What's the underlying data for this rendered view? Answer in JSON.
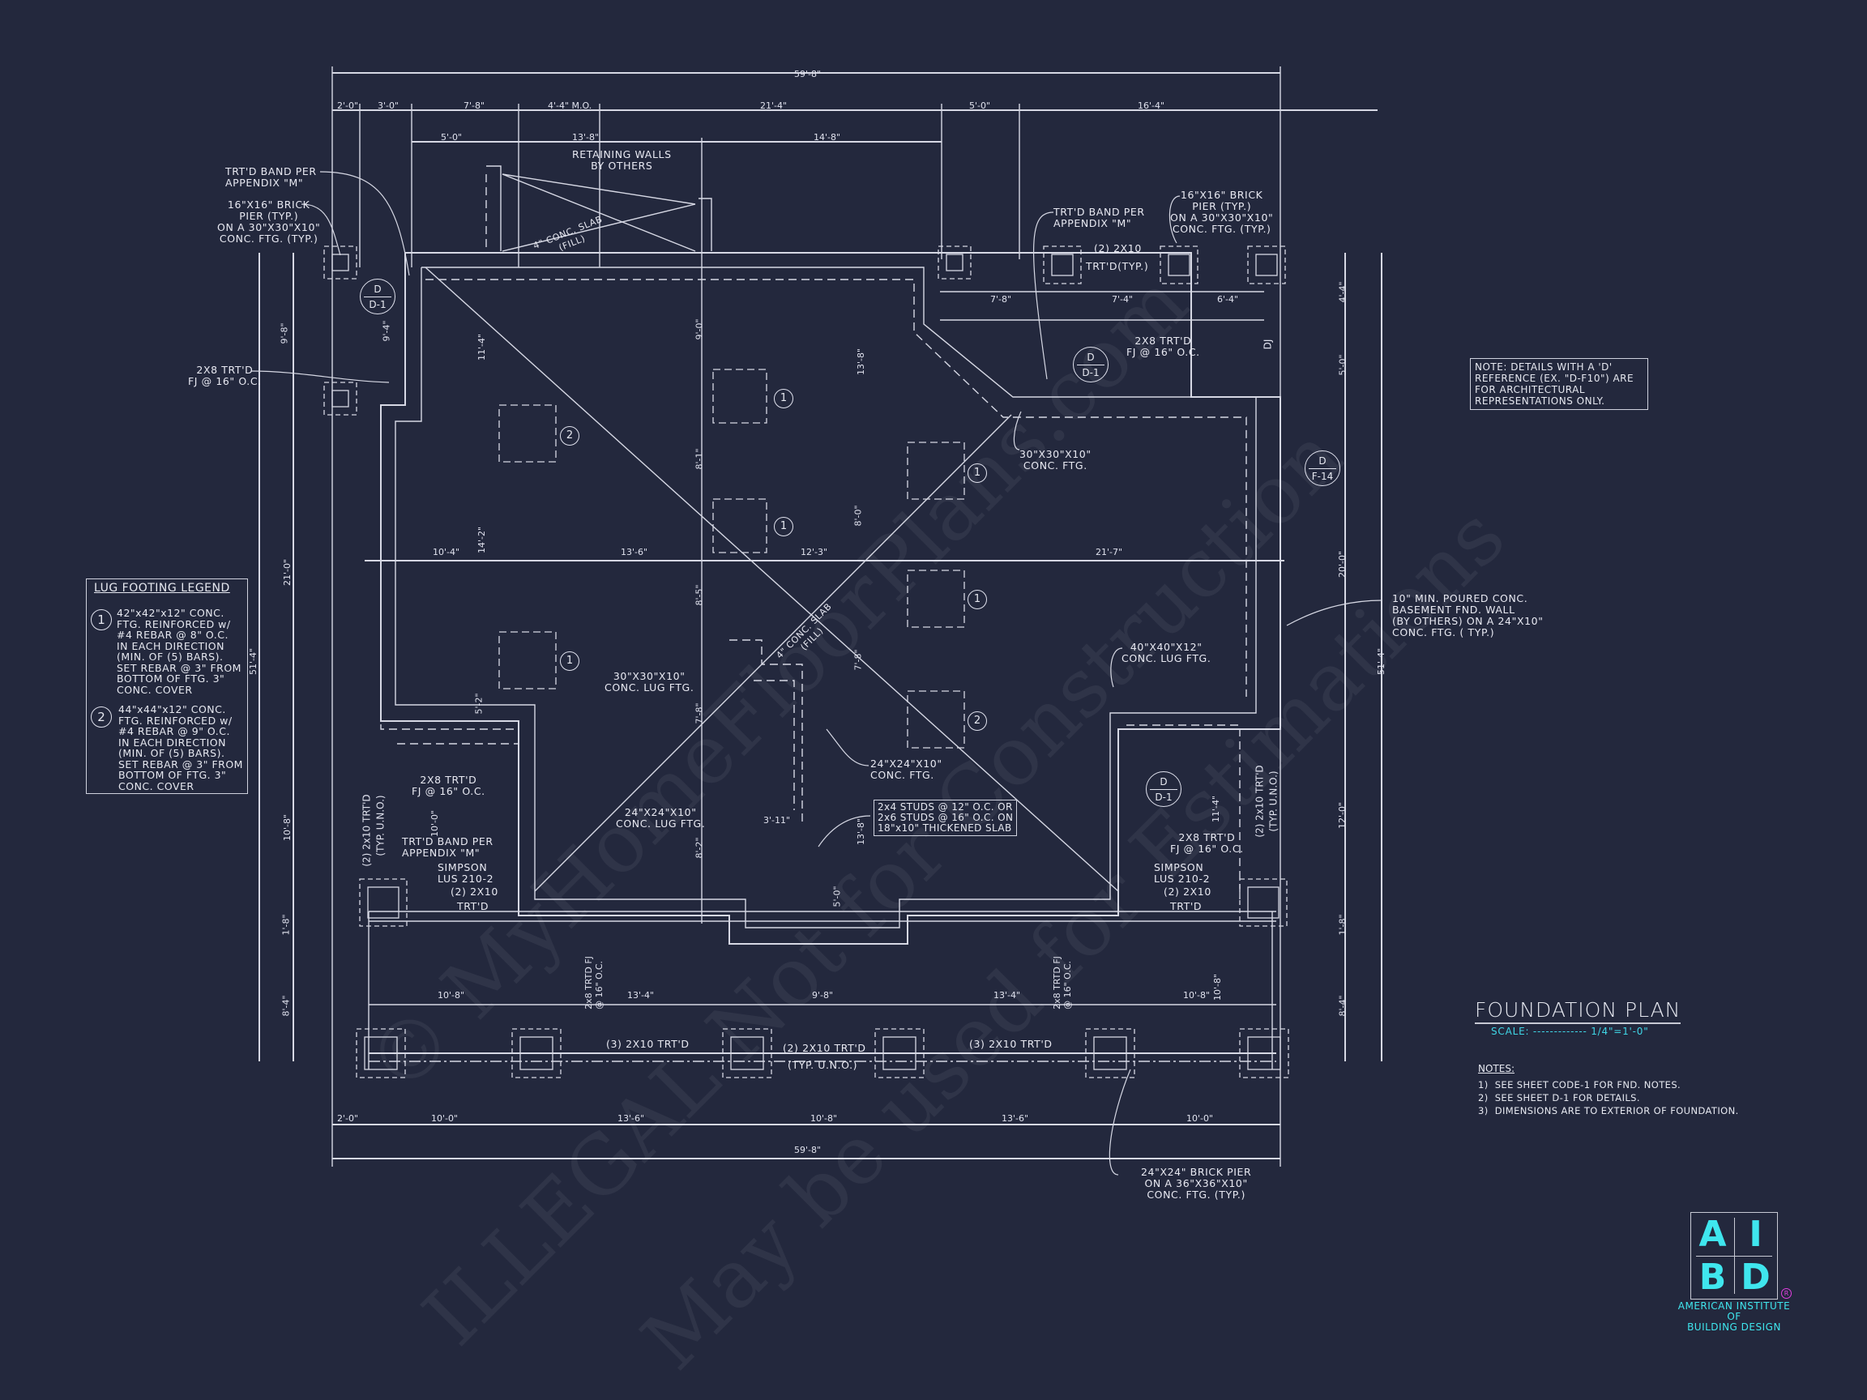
{
  "sheet": {
    "title": "FOUNDATION PLAN",
    "scale": "SCALE: ------------- 1/4\"=1'-0\""
  },
  "notes": {
    "heading": "NOTES:",
    "items": [
      "1)  SEE SHEET CODE-1 FOR FND. NOTES.",
      "2)  SEE SHEET D-1 FOR DETAILS.",
      "3)  DIMENSIONS ARE TO EXTERIOR OF FOUNDATION."
    ]
  },
  "d_reference_note": "NOTE: DETAILS WITH A 'D'\nREFERENCE (EX. \"D-F10\") ARE\nFOR ARCHITECTURAL\nREPRESENTATIONS ONLY.",
  "legend": {
    "title": "LUG FOOTING LEGEND",
    "items": [
      {
        "num": "1",
        "text": "42\"x42\"x12\" CONC.\nFTG. REINFORCED w/\n#4 REBAR @ 8\" O.C.\nIN EACH DIRECTION\n(MIN. OF (5) BARS).\nSET REBAR @ 3\" FROM\nBOTTOM OF FTG. 3\"\nCONC. COVER"
      },
      {
        "num": "2",
        "text": "44\"x44\"x12\" CONC.\nFTG. REINFORCED w/\n#4 REBAR @ 9\" O.C.\nIN EACH DIRECTION\n(MIN. OF (5) BARS).\nSET REBAR @ 3\" FROM\nBOTTOM OF FTG. 3\"\nCONC. COVER"
      }
    ]
  },
  "logo": {
    "letters": [
      "A",
      "I",
      "B",
      "D"
    ],
    "name": "AMERICAN INSTITUTE\nOF\nBUILDING DESIGN",
    "registered": "R",
    "accent_color": "#3fe6ee"
  },
  "callouts": {
    "trtd_band_left": "TRT'D BAND PER\nAPPENDIX \"M\"",
    "brick_pier_left": "16\"x16\" BRICK\nPIER (TYP.)\nON A 30\"x30\"x10\"\nCONC. FTG. (TYP.)",
    "fj_left": "2x8 TRT'D\nFJ @ 16\" O.C.",
    "retaining_walls": "RETAINING WALLS\nBY OTHERS",
    "conc_slab_top": "4\" CONC. SLAB\n(FILL)",
    "trtd_band_right": "TRT'D BAND PER\nAPPENDIX \"M\"",
    "brick_pier_right": "16\"x16\" BRICK\nPIER (TYP.)\nON A 30\"x30\"x10\"\nCONC. FTG. (TYP.)",
    "beam_top_right": "(2) 2x10",
    "beam_top_right_trtd": "TRT'D(TYP.)",
    "fj_top_right": "2x8 TRT'D\nFJ @ 16\" O.C.",
    "dj": "DJ",
    "conc_ftg_30": "30\"x30\"x10\"\nCONC. FTG.",
    "basement_wall": "10\" MIN. POURED CONC.\nBASEMENT FND. WALL\n(BY OTHERS) ON A 24\"x10\"\nCONC. FTG. ( TYP.)",
    "lug_40": "40\"x40\"x12\"\nCONC. LUG FTG.",
    "lug_30": "30\"x30\"x10\"\nCONC. LUG FTG.",
    "conc_slab_center": "4\" CONC. SLAB\n(FILL)",
    "ftg_24_right": "24\"x24\"x10\"\nCONC. FTG.",
    "lug_24_left": "24\"x24\"x10\"\nCONC. LUG FTG.",
    "studs_box": "2x4 STUDS @ 12\" O.C. OR\n2x6 STUDS @ 16\" O.C. ON\n18\"x10\" THICKENED SLAB",
    "fj_lower_left": "2x8 TRT'D\nFJ @ 16\" O.C.",
    "trtd_band_lower_left": "TRT'D BAND PER\nAPPENDIX \"M\"",
    "simpson_left": "SIMPSON\nLUS 210-2",
    "beam_lower_left": "(2) 2x10",
    "trtd_lower_left": "TRT'D",
    "beam_vertical_left": "(2) 2x10 TRT'D",
    "typ_uno_left": "(TYP. U.N.O.)",
    "fj_lower_right": "2x8 TRT'D\nFJ @ 16\" O.C.",
    "simpson_right": "SIMPSON\nLUS 210-2",
    "beam_lower_right": "(2) 2x10",
    "trtd_lower_right": "TRT'D",
    "beam_vertical_right": "(2) 2x10 TRT'D",
    "typ_uno_right": "(TYP. U.N.O.)",
    "porch_beam_1": "(3) 2x10 TRT'D",
    "porch_beam_2": "(2) 2x10 TRT'D",
    "porch_beam_typ": "(TYP. U.N.O.)",
    "porch_beam_3": "(3) 2x10 TRT'D",
    "porch_fj_1": "2x8 TRTD FJ\n@ 16\" O.C.",
    "porch_fj_2": "2x8 TRTD FJ\n@ 16\" O.C.",
    "brick_pier_24": "24\"x24\" BRICK PIER\nON A 36\"x36\"x10\"\nCONC. FTG. (TYP.)"
  },
  "detail_tags": [
    {
      "top": "D",
      "bottom": "D-1"
    },
    {
      "top": "D",
      "bottom": "D-1"
    },
    {
      "top": "D",
      "bottom": "F-14"
    },
    {
      "top": "D",
      "bottom": "D-1"
    }
  ],
  "footing_markers": [
    "1",
    "2",
    "1",
    "1",
    "1",
    "1",
    "1",
    "2"
  ],
  "dimensions": {
    "overall_top": "59'-8\"",
    "overall_bottom": "59'-8\"",
    "top_row": [
      "2'-0\"",
      "3'-0\"",
      "7'-8\"",
      "4'-4\" M.O.",
      "21'-4\"",
      "5'-0\"",
      "16'-4\""
    ],
    "second_row": [
      "5'-0\"",
      "13'-8\"",
      "14'-8\""
    ],
    "middle_row": [
      "10'-4\"",
      "13'-6\"",
      "12'-3\"",
      "21'-7\""
    ],
    "porch_row": [
      "10'-8\"",
      "13'-4\"",
      "9'-8\"",
      "13'-4\"",
      "10'-8\""
    ],
    "bottom_row": [
      "2'-0\"",
      "10'-0\"",
      "13'-6\"",
      "10'-8\"",
      "13'-6\"",
      "10'-0\""
    ],
    "top_right_row": [
      "7'-8\"",
      "7'-4\"",
      "6'-4\""
    ],
    "left_vertical": [
      "9'-8\"",
      "21'-0\"",
      "10'-8\"",
      "1'-8\"",
      "8'-4\""
    ],
    "left_overall": "51'-4\"",
    "right_vertical": [
      "4'-4\"",
      "5'-0\"",
      "20'-0\"",
      "12'-0\"",
      "1'-8\"",
      "8'-4\""
    ],
    "right_overall": "51'-4\"",
    "interior_vertical": [
      "9'-4\"",
      "11'-4\"",
      "14'-2\"",
      "5'-2\"",
      "9'-0\"",
      "8'-1\"",
      "8'-5\"",
      "7'-8\"",
      "8'-2\"",
      "13'-8\"",
      "8'-0\"",
      "7'-8\"",
      "13'-8\"",
      "5'-0\"",
      "11'-4\"",
      "10'-0\"",
      "10'-8\""
    ],
    "stair_width": "3'-11\""
  },
  "watermarks": [
    "© MyHomeFloorPlans.com",
    "ILLEGAL Not for Construction",
    "May be used for Estimations"
  ],
  "colors": {
    "background": "#23283d",
    "linework": "#d6d8e4",
    "accent_cyan": "#3fe6ee",
    "accent_magenta": "#e23ee0"
  }
}
